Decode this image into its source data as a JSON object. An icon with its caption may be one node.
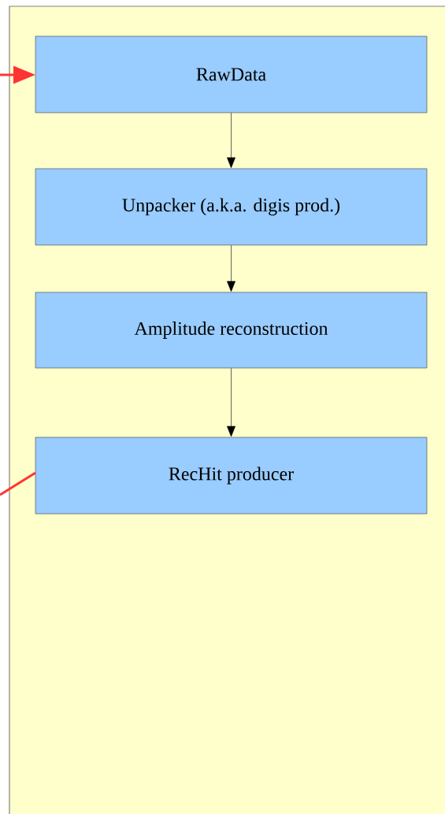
{
  "diagram": {
    "nodes": [
      {
        "text": [],
        "shape": "box"
      },
      {
        "text": [
          "RawData"
        ],
        "in": 0
      },
      {
        "text": [
          "Unpacker (a.k.a. digis prod.)"
        ],
        "in": 0
      },
      {
        "text": [
          "Amplitude reconstruction"
        ],
        "in": 0
      },
      {
        "text": [
          "RecHit producer"
        ],
        "in": 0
      }
    ],
    "edges": [
      {
        "from": 1,
        "to": 2,
        "arrow": "to"
      },
      {
        "from": 2,
        "to": 3,
        "arrow": "to"
      },
      {
        "from": 3,
        "to": 4,
        "arrow": "to"
      },
      {
        "from": null,
        "to": 1,
        "arrow": "to",
        "style": "thick",
        "color": "#ff3333"
      },
      {
        "from": null,
        "to": 4,
        "arrow": "none",
        "style": "thick",
        "color": "#ff3333"
      }
    ]
  }
}
